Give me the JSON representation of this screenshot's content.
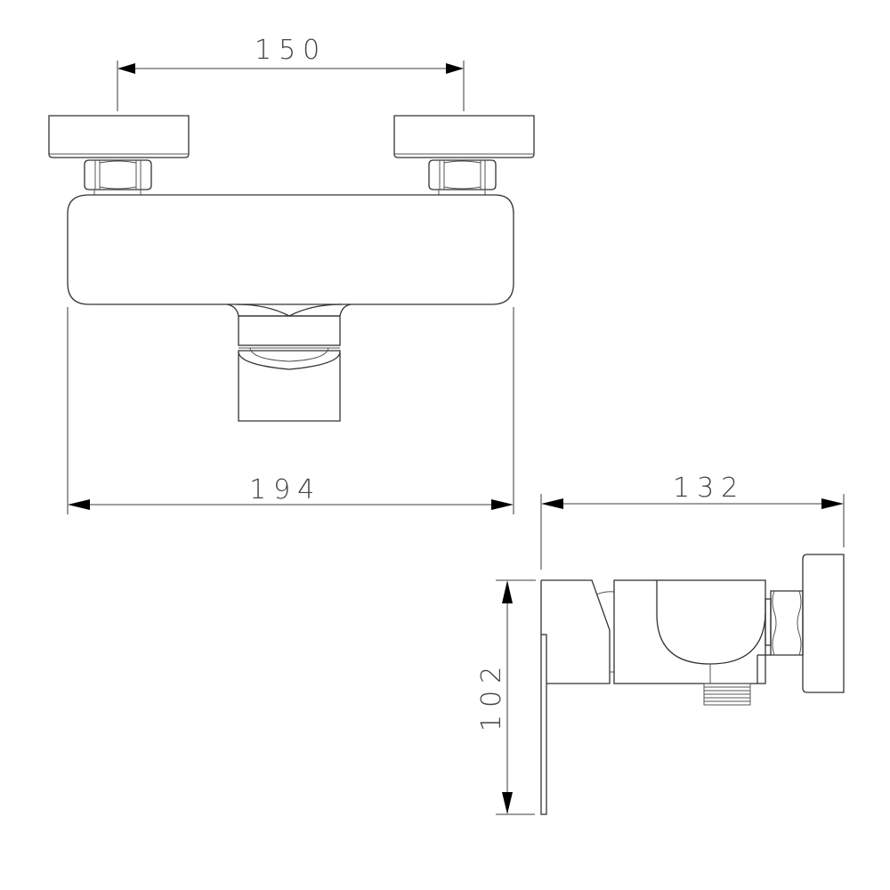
{
  "drawing": {
    "front_view": {
      "dim_handle_spacing": "150",
      "dim_total_width": "194"
    },
    "side_view": {
      "dim_depth": "132",
      "dim_height": "102"
    }
  },
  "colors": {
    "line": "#333333",
    "dimension_line": "#666666",
    "arrow": "#000000",
    "background": "#ffffff"
  }
}
